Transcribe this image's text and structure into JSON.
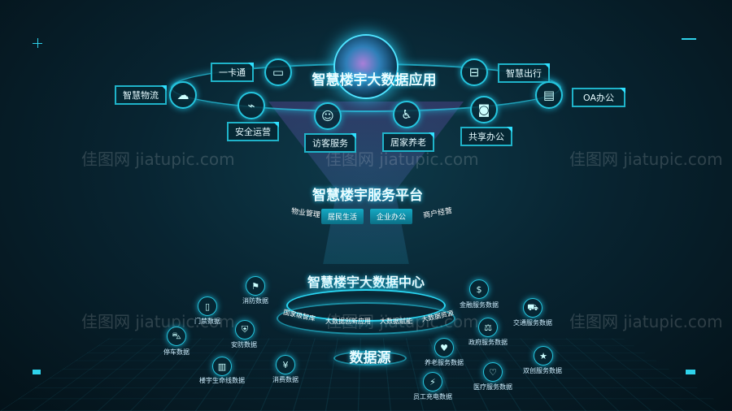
{
  "watermark": "佳图网 jiatupic.com",
  "application": {
    "title": "智慧楼宇大数据应用",
    "items": [
      {
        "label": "智慧物流",
        "icon": "cloud-icon"
      },
      {
        "label": "一卡通",
        "icon": "card-icon"
      },
      {
        "label": "安全运营",
        "icon": "monitor-chart-icon"
      },
      {
        "label": "访客服务",
        "icon": "visitor-icon"
      },
      {
        "label": "居家养老",
        "icon": "wheelchair-icon"
      },
      {
        "label": "共享办公",
        "icon": "screen-icon"
      },
      {
        "label": "智慧出行",
        "icon": "bus-icon"
      },
      {
        "label": "OA办公",
        "icon": "document-icon"
      }
    ]
  },
  "platform": {
    "title": "智慧楼宇服务平台",
    "items": [
      "物业管理",
      "居民生活",
      "企业办公",
      "商户经营"
    ]
  },
  "center": {
    "title": "智慧楼宇大数据中心",
    "items": [
      "国家级智库",
      "大数据创新应用",
      "大数据赋能",
      "大数据资源"
    ]
  },
  "source": {
    "title": "数据源",
    "items": [
      "消防数据",
      "门禁数据",
      "停车数据",
      "安防数据",
      "楼宇生命线数据",
      "消费数据",
      "员工充电数据",
      "养老服务数据",
      "医疗服务数据",
      "政府服务数据",
      "金融服务数据",
      "交通服务数据",
      "双创服务数据"
    ]
  },
  "colors": {
    "accent": "#29d6f2",
    "background": "#061a24"
  }
}
